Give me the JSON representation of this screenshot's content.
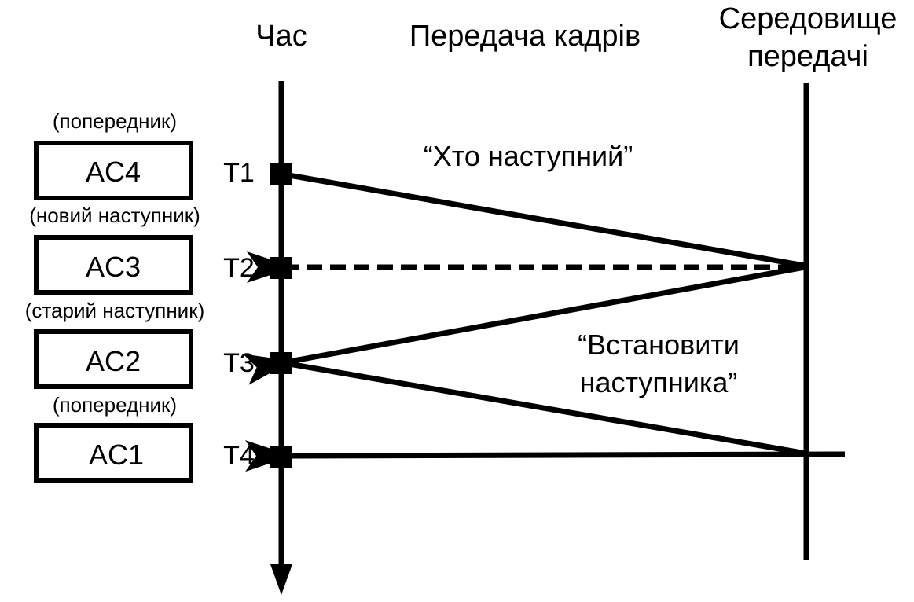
{
  "headers": {
    "time": "Час",
    "frames": "Передача кадрів",
    "medium_line1": "Середовище",
    "medium_line2": "передачі"
  },
  "stations": [
    {
      "role": "(попередник)",
      "name": "AC4",
      "time": "T1"
    },
    {
      "role": "(новий наступник)",
      "name": "AC3",
      "time": "T2"
    },
    {
      "role": "(старий наступник)",
      "name": "AC2",
      "time": "T3"
    },
    {
      "role": "(попередник)",
      "name": "AC1",
      "time": "T4"
    }
  ],
  "messages": {
    "who_next": "“Хто наступний”",
    "set_next_line1": "“Встановити",
    "set_next_line2": "наступника”"
  },
  "colors": {
    "stroke": "#000000",
    "background": "#ffffff"
  }
}
